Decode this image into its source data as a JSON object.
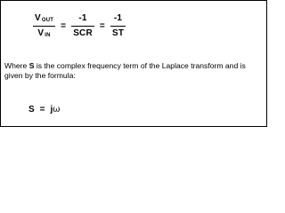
{
  "equation": {
    "lhs_num_main": "V",
    "lhs_num_sub": "OUT",
    "lhs_den_main": "V",
    "lhs_den_sub": "IN",
    "equals": "=",
    "mid_num": "-1",
    "mid_den": "SCR",
    "rhs_num": "-1",
    "rhs_den": "ST"
  },
  "description": {
    "prefix": "Where ",
    "symbol": "S",
    "suffix": " is the complex frequency term of the Laplace transform and is given by the formula:"
  },
  "formula": {
    "lhs": "S",
    "equals": "=",
    "j": "j",
    "omega": "ω"
  }
}
